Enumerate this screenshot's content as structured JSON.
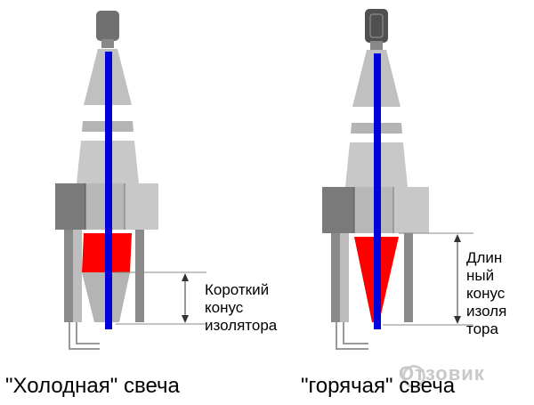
{
  "diagram": {
    "left_plug": {
      "name": "cold-spark-plug",
      "annotation_lines": [
        "Короткий",
        "конус",
        "изолятора"
      ],
      "caption": "\"Холодная\" свеча"
    },
    "right_plug": {
      "name": "hot-spark-plug",
      "annotation_lines": [
        "Длин",
        "ный",
        "конус",
        "изоля",
        "тора"
      ],
      "caption": "\"горячая\" свеча"
    },
    "colors": {
      "insulator_light": "#c8c8c8",
      "insulator_mid": "#b4b4b4",
      "terminal": "#707070",
      "hex_dark": "#7a7a7a",
      "electrode": "#0000dd",
      "cone": "#ff0000",
      "body_dark": "#8a8a8a"
    }
  },
  "watermark": {
    "text": "Отзовик",
    "icon": "otzovik-logo-icon"
  }
}
